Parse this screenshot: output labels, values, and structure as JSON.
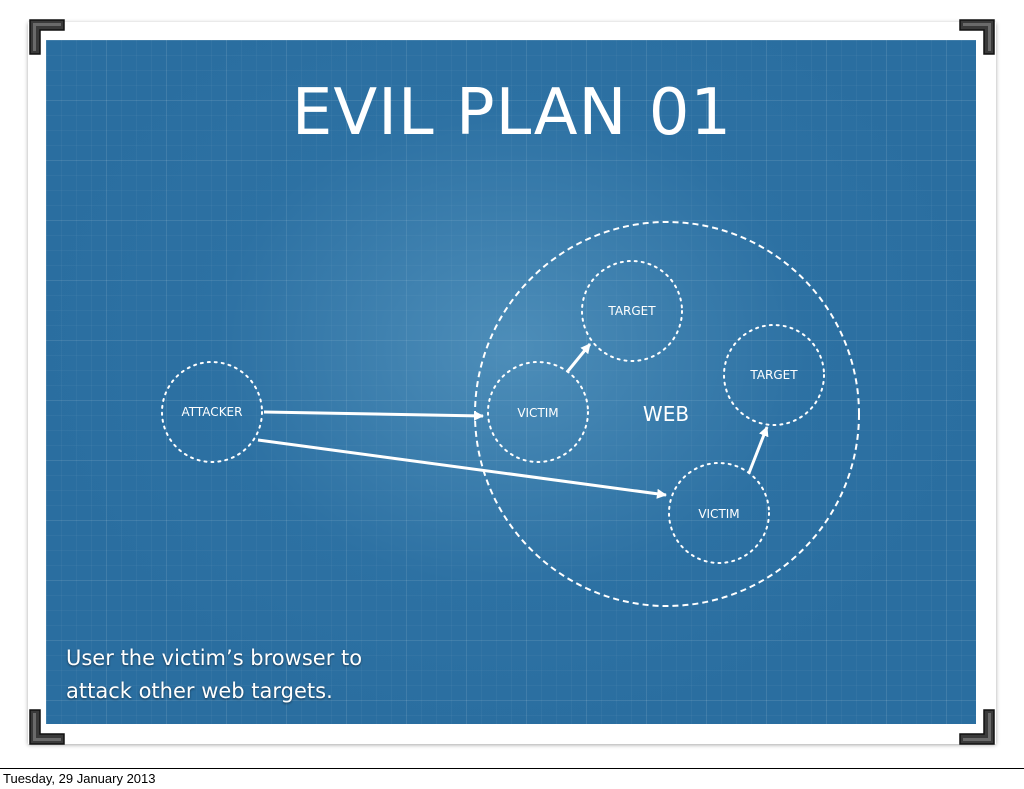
{
  "slide": {
    "title": "EVIL PLAN 01",
    "caption_line1": "User the victim’s browser to",
    "caption_line2": "attack other web targets."
  },
  "diagram": {
    "attacker_label": "ATTACKER",
    "web_label": "WEB",
    "victim1_label": "VICTIM",
    "victim2_label": "VICTIM",
    "target1_label": "TARGET",
    "target2_label": "TARGET"
  },
  "footer": {
    "date": "Tuesday, 29 January 2013"
  },
  "colors": {
    "board": "#2a6ea0",
    "lines": "#ffffff"
  }
}
